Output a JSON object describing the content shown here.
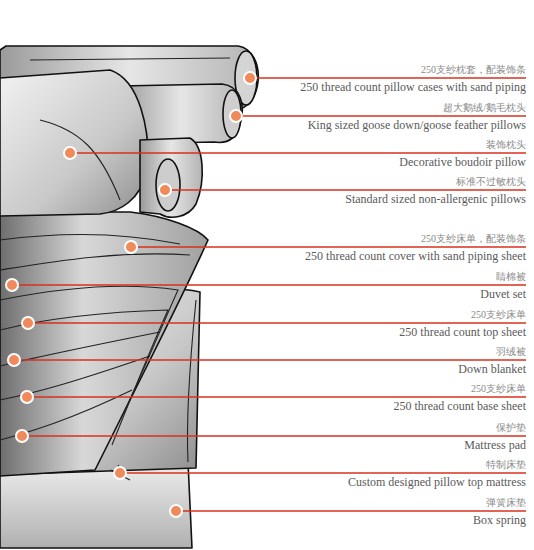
{
  "diagram": {
    "labels": [
      "250支纱枕套，配装饰条",
      "250 thread count pillow cases with sand piping",
      "超大鹅绒/鹅毛枕头",
      "King sized goose down/goose feather pillows",
      "装饰枕头",
      "Decorative boudoir pillow",
      "标准不过敏枕头",
      "Standard sized non-allergenic pillows",
      "250支纱床单，配装饰条",
      "250 thread count cover with sand piping sheet",
      "睛棉被",
      "Duvet set",
      "250支纱床单",
      "250 thread count top sheet",
      "羽绒被",
      "Down blanket",
      "250支纱床单",
      "250 thread count base sheet",
      "保护垫",
      "Mattress pad",
      "特制床垫",
      "Custom designed pillow top mattress",
      "弹簧床垫",
      "Box spring"
    ]
  }
}
